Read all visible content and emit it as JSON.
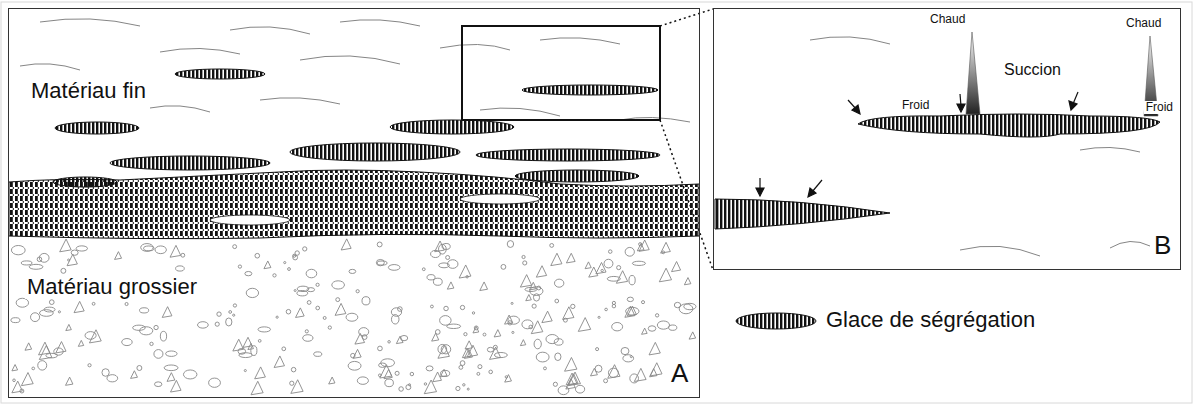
{
  "diagram": {
    "nodes": [
      {
        "text": [
          "Matériau fin",
          "Matériau grossier",
          "A"
        ]
      },
      {
        "text": [
          "Chaud",
          "Froid",
          "Succion",
          "Chaud",
          "Froid",
          "B"
        ]
      }
    ],
    "legend": [
      {
        "text": "Glace de ségrégation"
      }
    ]
  }
}
